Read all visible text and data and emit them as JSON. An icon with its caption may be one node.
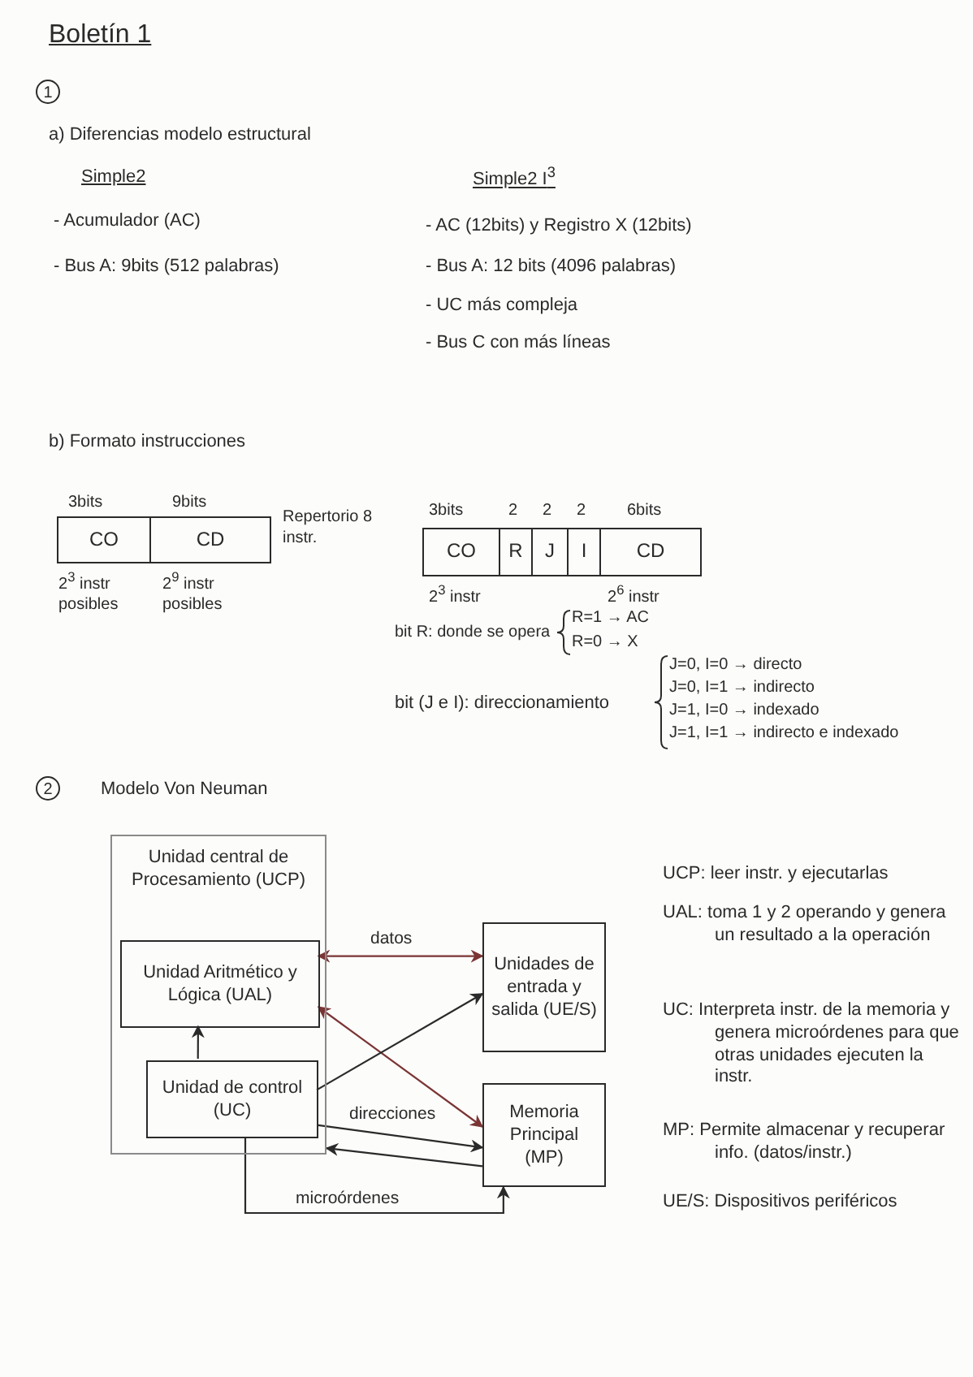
{
  "diagram": {
    "title": "Boletín 1",
    "nodes": [
      {
        "text": [
          "CO"
        ],
        "beside": [
          "3bits",
          "2$^{3}$ instr posibles"
        ]
      },
      {
        "text": [
          "CD"
        ],
        "beside": [
          "9bits",
          "2$^{9}$ instr posibles",
          "Repertorio 8 instr."
        ]
      },
      {
        "text": [
          "CO"
        ],
        "beside": [
          "3bits",
          "2$^{3}$ instr"
        ]
      },
      {
        "text": [
          "R"
        ],
        "beside": [
          "2"
        ]
      },
      {
        "text": [
          "J"
        ],
        "beside": [
          "2"
        ]
      },
      {
        "text": [
          "I"
        ],
        "beside": [
          "2"
        ]
      },
      {
        "text": [
          "CD"
        ],
        "beside": [
          "6bits",
          "2$^{6}$ instr"
        ]
      },
      {
        "text": [
          "Unidad central de Procesamiento (UCP)"
        ]
      },
      {
        "text": [
          "Unidad Aritmético y Lógica (UAL)"
        ],
        "in": 7
      },
      {
        "text": [
          "Unidad de control (UC)"
        ],
        "in": 7
      },
      {
        "text": [
          "Unidades de entrada y salida (UE/S)"
        ]
      },
      {
        "text": [
          "Memoria Principal (MP)"
        ]
      }
    ],
    "edges": [
      {
        "from": 9,
        "to": 8,
        "arrow": "to"
      },
      {
        "from": 8,
        "to": 10,
        "arrow": "both",
        "label": "datos",
        "color": "#7a3434"
      },
      {
        "from": 8,
        "to": 11,
        "arrow": "both",
        "color": "#7a3434"
      },
      {
        "from": 9,
        "to": 10,
        "arrow": "to"
      },
      {
        "from": 9,
        "to": 11,
        "arrow": "to",
        "label": "direcciones"
      },
      {
        "from": 11,
        "to": 7,
        "arrow": "to"
      },
      {
        "from": 9,
        "to": 11,
        "arrow": "to",
        "label": "microórdenes"
      }
    ],
    "labels": [
      "1",
      "a) Diferencias modelo estructural",
      "Simple2",
      "Simple2 I$^{3}$",
      "- Acumulador (AC)",
      "- AC (12bits) y Registro X (12bits)",
      "- Bus A: 9bits (512 palabras)",
      "- Bus A: 12 bits (4096 palabras)",
      "- UC más compleja",
      "- Bus C con más líneas",
      "b) Formato instrucciones",
      "bit R: donde se opera",
      "R=1 → AC",
      "R=0 → X",
      "bit (J e I): direccionamiento",
      "J=0, I=0 → directo",
      "J=0, I=1 → indirecto",
      "J=1, I=0 → indexado",
      "J=1, I=1 → indirecto e indexado",
      "2",
      "Modelo Von Neuman",
      "UCP: leer instr. y ejecutarlas",
      "UAL: toma 1 y 2 operando y genera un resultado a la operación",
      "UC: Interpreta instr. de la memoria y genera microórdenes para que otras unidades ejecuten la instr.",
      "MP: Permite almacenar y recuperar info. (datos/instr.)",
      "UE/S: Dispositivos periféricos"
    ]
  }
}
